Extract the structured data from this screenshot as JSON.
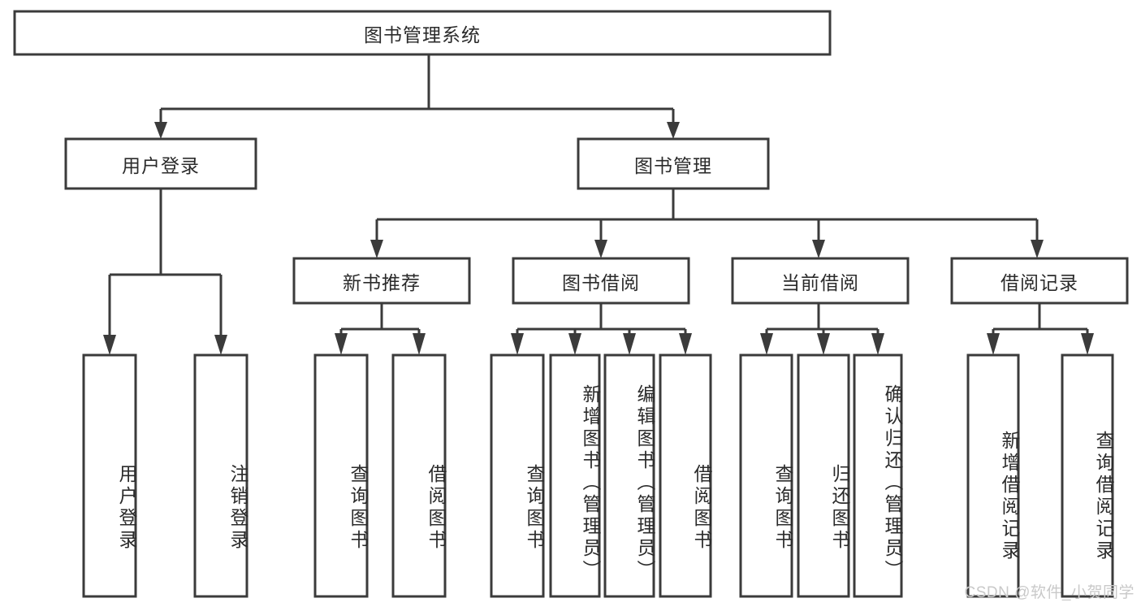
{
  "diagram": {
    "title": "图书管理系统",
    "type": "tree",
    "orientation": "top-down",
    "colors": {
      "stroke": "#3b3b3b",
      "box_fill": "#ffffff",
      "text": "#2b2b2b",
      "background": "#ffffff",
      "watermark": "#c9c9c9"
    },
    "root": {
      "label": "图书管理系统"
    },
    "level2": [
      {
        "label": "用户登录"
      },
      {
        "label": "图书管理"
      }
    ],
    "level3": [
      {
        "label": "新书推荐"
      },
      {
        "label": "图书借阅"
      },
      {
        "label": "当前借阅"
      },
      {
        "label": "借阅记录"
      }
    ],
    "leaves": {
      "user_login": [
        {
          "label": "用户登录"
        },
        {
          "label": "注销登录"
        }
      ],
      "new_book_recommend": [
        {
          "label": "查询图书"
        },
        {
          "label": "借阅图书"
        }
      ],
      "book_borrow": [
        {
          "label": "查询图书"
        },
        {
          "label": "新增图书（管理员）"
        },
        {
          "label": "编辑图书（管理员）"
        },
        {
          "label": "借阅图书"
        }
      ],
      "current_borrow": [
        {
          "label": "查询图书"
        },
        {
          "label": "归还图书"
        },
        {
          "label": "确认归还（管理员）"
        }
      ],
      "borrow_record": [
        {
          "label": "新增借阅记录"
        },
        {
          "label": "查询借阅记录"
        }
      ]
    }
  },
  "watermark": {
    "text": "CSDN @软件_小贺同学"
  }
}
